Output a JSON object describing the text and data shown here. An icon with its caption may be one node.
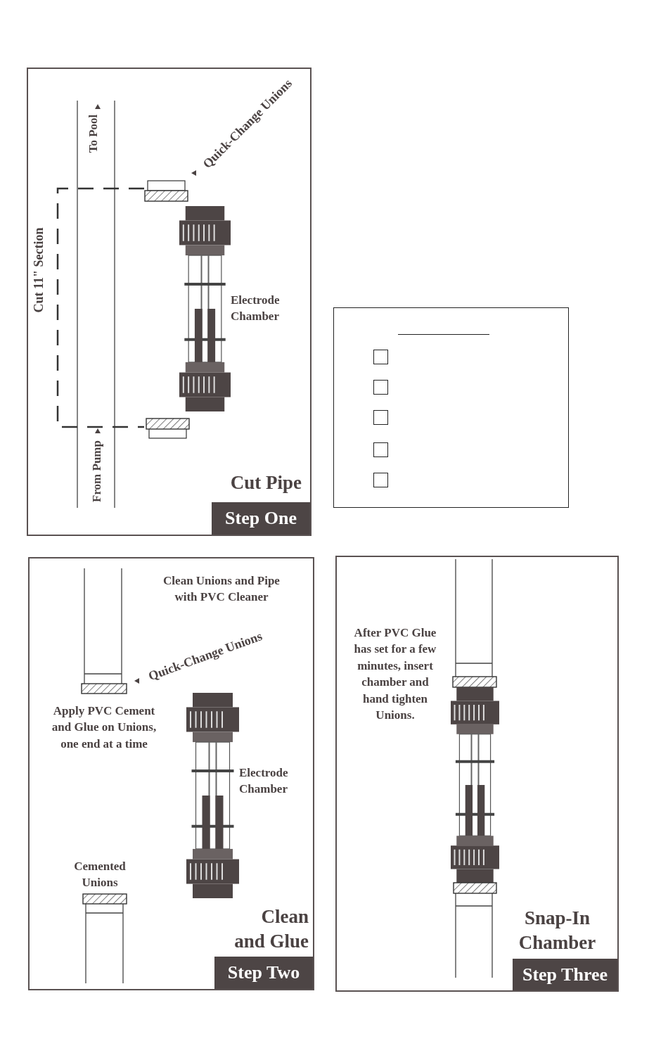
{
  "diagram": {
    "nodes": [
      {
        "text": [
          "Cut Pipe"
        ]
      },
      {
        "text": [
          "Step One"
        ],
        "in": 0
      },
      {
        "text": [],
        "shape": "box"
      },
      {
        "text": [],
        "shape": "box",
        "in": 2
      },
      {
        "text": [],
        "shape": "box",
        "in": 2
      },
      {
        "text": [],
        "shape": "box",
        "in": 2
      },
      {
        "text": [],
        "shape": "box",
        "in": 2
      },
      {
        "text": [],
        "shape": "box",
        "in": 2
      },
      {
        "text": [
          "Clean and Glue"
        ]
      },
      {
        "text": [
          "Step Two"
        ],
        "in": 8
      },
      {
        "text": [
          "Snap-In Chamber"
        ]
      },
      {
        "text": [
          "Step Three"
        ],
        "in": 10
      }
    ],
    "labels": [
      "To Pool",
      "Quick-Change Unions",
      "Cut 11\" Section",
      "Electrode Chamber",
      "From Pump",
      "Clean Unions and Pipe with PVC Cleaner",
      "Quick-Change Unions",
      "Apply PVC Cement and Glue on Unions, one end at a time",
      "Electrode Chamber",
      "Cemented Unions",
      "After PVC Glue has set for a few minutes, insert chamber and hand tighten Unions."
    ]
  }
}
